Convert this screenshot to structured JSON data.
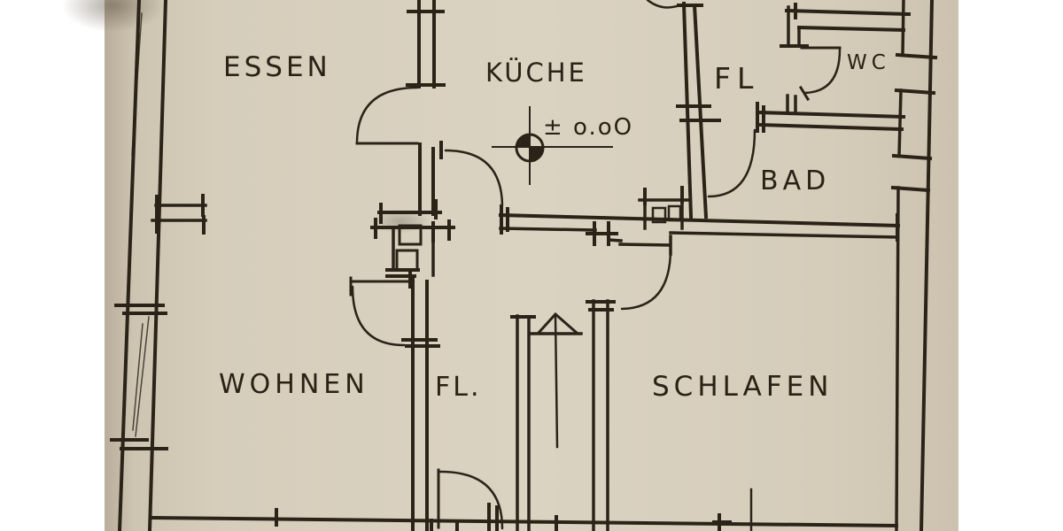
{
  "document": {
    "type": "floor-plan-sketch",
    "description": "Hand-drawn apartment floor plan photo"
  },
  "palette": {
    "paper": "#d8cfbe",
    "paper_edge": "#bfb5a2",
    "ink": "#2b2318",
    "margin": "#ffffff"
  },
  "rooms": {
    "essen": {
      "label": "ESSEN"
    },
    "kueche": {
      "label": "KÜCHE"
    },
    "fl_top": {
      "label": "FL"
    },
    "wc": {
      "label": "WC"
    },
    "bad": {
      "label": "BAD"
    },
    "wohnen": {
      "label": "WOHNEN"
    },
    "fl_bottom": {
      "label": "FL."
    },
    "schlafen": {
      "label": "SCHLAFEN"
    }
  },
  "annotations": {
    "elevation": "± o.oO"
  }
}
